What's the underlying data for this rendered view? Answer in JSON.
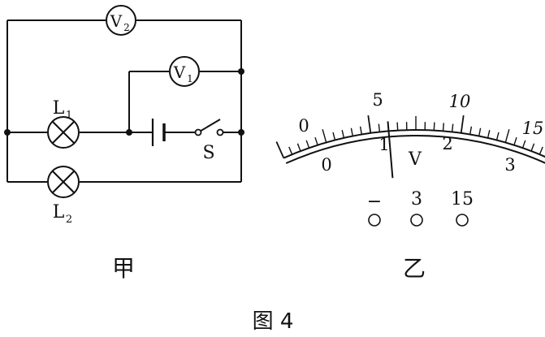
{
  "circuit": {
    "caption": "甲",
    "voltmeter_2": {
      "main": "V",
      "sub": "2"
    },
    "voltmeter_1": {
      "main": "V",
      "sub": "1"
    },
    "lamp_1": {
      "main": "L",
      "sub": "1"
    },
    "lamp_2": {
      "main": "L",
      "sub": "2"
    },
    "switch_label": "S"
  },
  "meter": {
    "caption": "乙",
    "unit": "V",
    "upper_scale": [
      "0",
      "5",
      "10",
      "15"
    ],
    "lower_scale": [
      "0",
      "1",
      "2",
      "3"
    ],
    "needle_value": 1.2,
    "terminals": [
      "−",
      "3",
      "15"
    ]
  },
  "figure_caption": "图 4"
}
